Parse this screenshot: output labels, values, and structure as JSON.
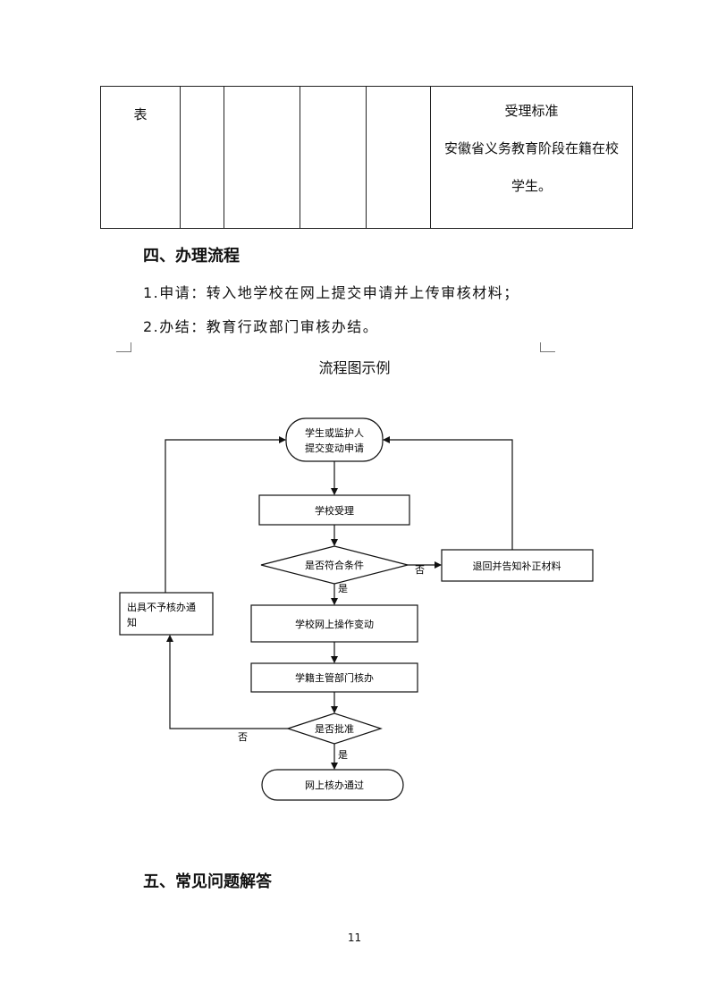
{
  "table": {
    "first_cell": "表",
    "last_cell_lines": [
      "受理标准",
      "安徽省义务教育阶段在籍在校",
      "学生。"
    ]
  },
  "section4": {
    "heading": "四、办理流程",
    "steps": [
      "1.申请：转入地学校在网上提交申请并上传审核材料；",
      "2.办结：教育行政部门审核办结。"
    ]
  },
  "flowchart": {
    "title": "流程图示例",
    "start_line1": "学生或监护人",
    "start_line2": "提交变动申请",
    "school_accept": "学校受理",
    "check_condition": "是否符合条件",
    "no_label_1": "否",
    "yes_label_1": "是",
    "return_supplement": "退回并告知补正材料",
    "reject_line1": "出具不予核办通",
    "reject_line2": "知",
    "online_operation": "学校网上操作变动",
    "authority_review": "学籍主管部门核办",
    "approve_check": "是否批准",
    "no_label_2": "否",
    "yes_label_2": "是",
    "end": "网上核办通过"
  },
  "section5": {
    "heading": "五、常见问题解答"
  },
  "page_number": "11"
}
